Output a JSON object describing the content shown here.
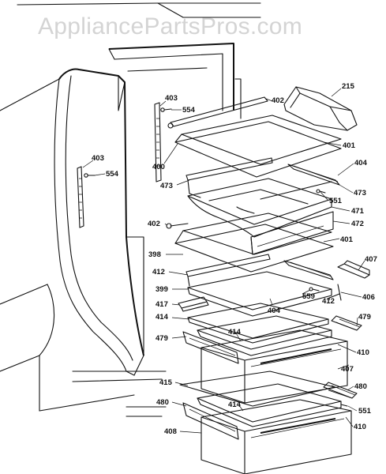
{
  "watermark": "AppliancePartsPros.com",
  "labels": {
    "l403a": "403",
    "l554a": "554",
    "l402a": "402",
    "l215": "215",
    "l401a": "401",
    "l400": "400",
    "l404a": "404",
    "l473a": "473",
    "l473b": "473",
    "l551a": "551",
    "l403b": "403",
    "l554b": "554",
    "l471": "471",
    "l472": "472",
    "l402b": "402",
    "l401b": "401",
    "l398": "398",
    "l407a": "407",
    "l412a": "412",
    "l399": "399",
    "l559": "559",
    "l412b": "412",
    "l406": "406",
    "l417": "417",
    "l404b": "404",
    "l414a": "414",
    "l479a": "479",
    "l414b": "414",
    "l479b": "479",
    "l410a": "410",
    "l407b": "407",
    "l415": "415",
    "l480a": "480",
    "l480b": "480",
    "l414c": "414",
    "l551b": "551",
    "l408": "408",
    "l410b": "410"
  }
}
